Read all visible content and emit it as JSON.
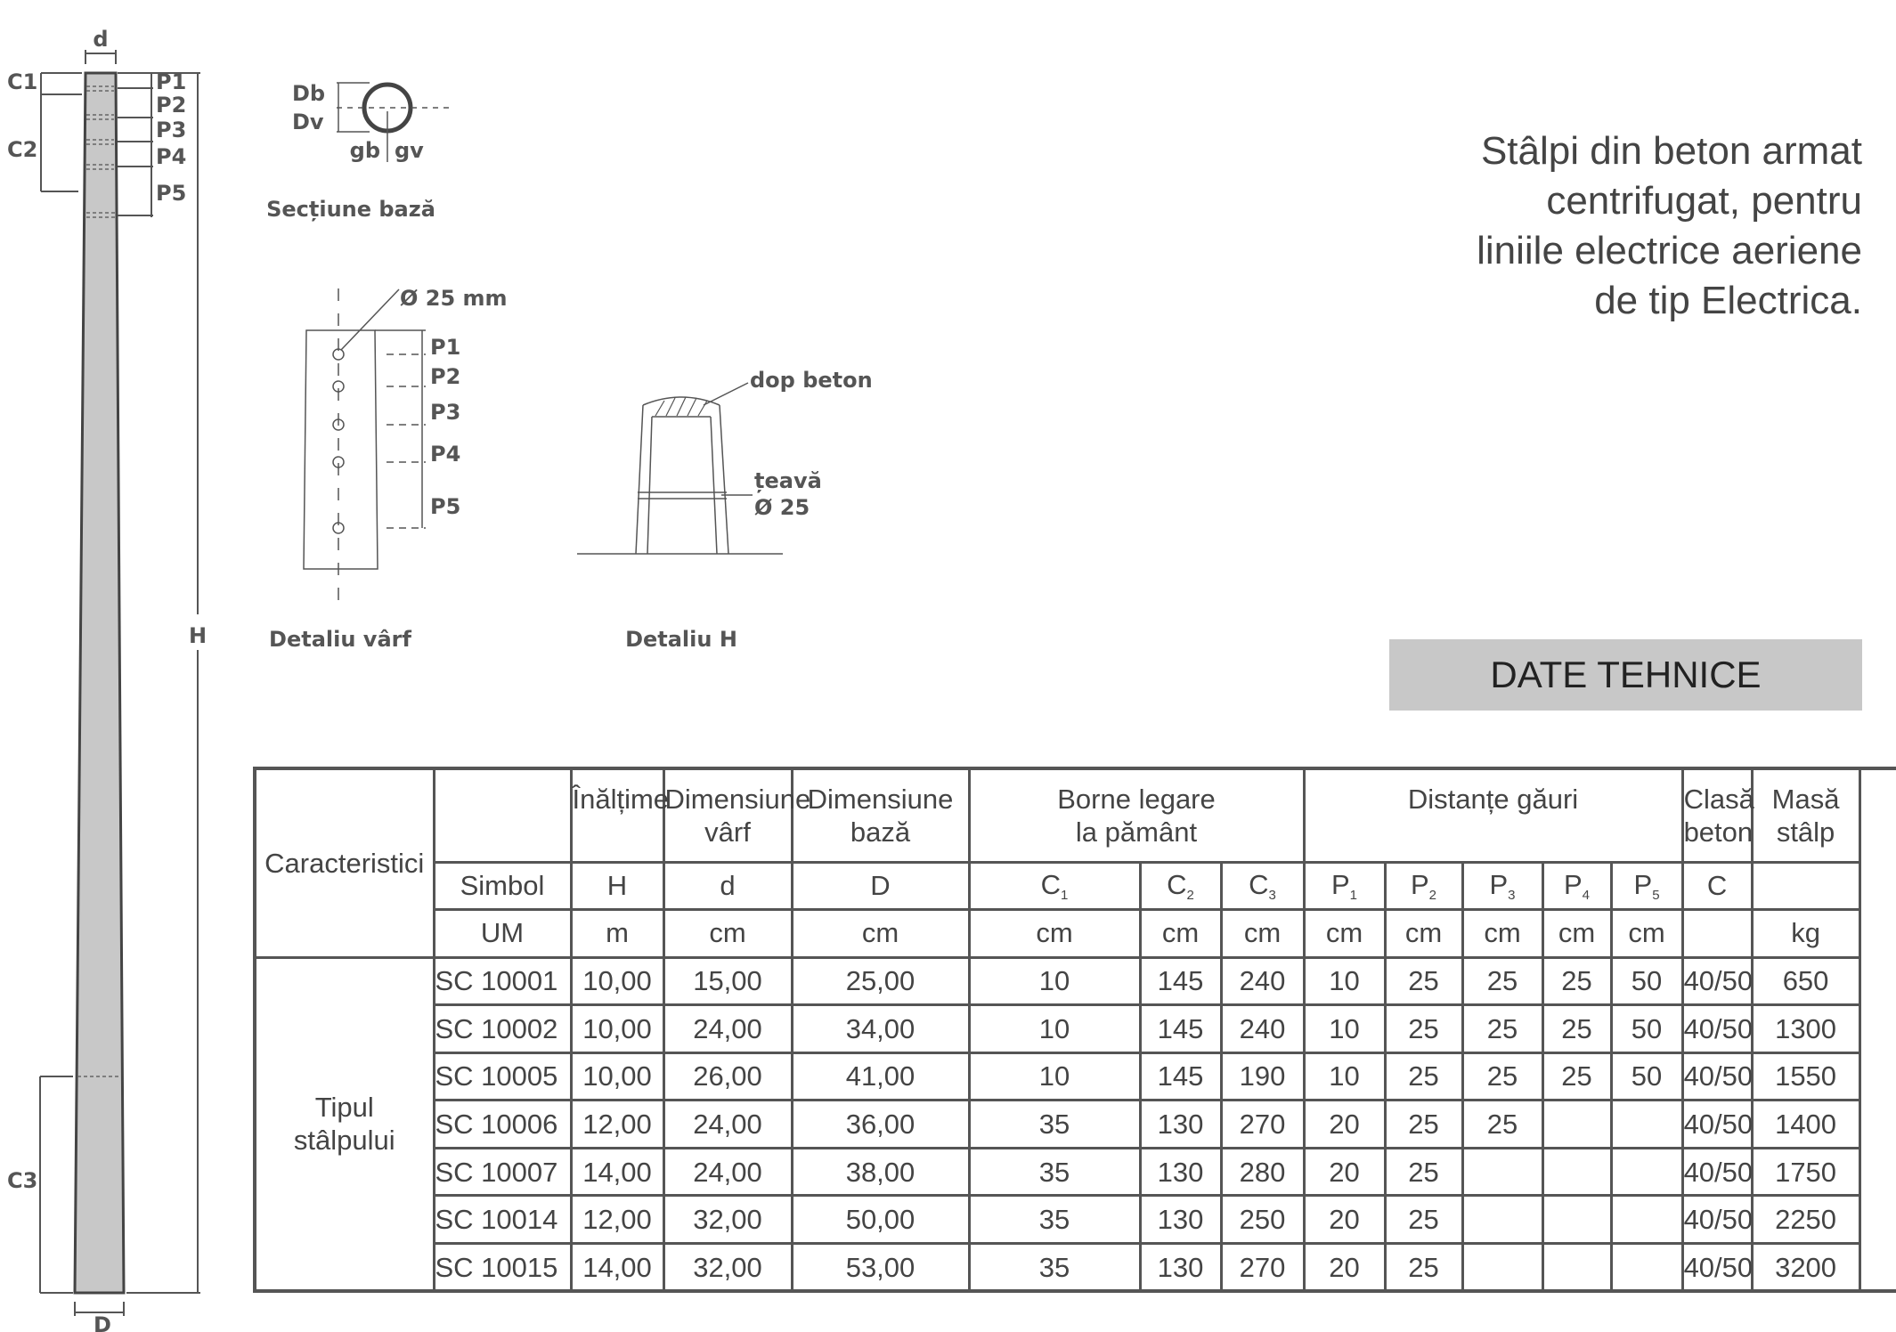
{
  "title": {
    "lines": [
      "Stâlpi din beton armat",
      "centrifugat,  pentru",
      "liniile electrice aeriene",
      "de tip Electrica."
    ]
  },
  "section_header": "DATE TEHNICE",
  "pole_diagram": {
    "top_label": "d",
    "bottom_label": "D",
    "height_label": "H",
    "c_labels": [
      "C1",
      "C2",
      "C3"
    ],
    "p_labels": [
      "P1",
      "P2",
      "P3",
      "P4",
      "P5"
    ]
  },
  "section_diagram": {
    "labels": {
      "db": "Db",
      "dv": "Dv",
      "gb": "gb",
      "gv": "gv"
    },
    "caption": "Secțiune bază"
  },
  "tip_diagram": {
    "hole_label": "Ø 25 mm",
    "p_labels": [
      "P1",
      "P2",
      "P3",
      "P4",
      "P5"
    ],
    "caption": "Detaliu vârf"
  },
  "h_diagram": {
    "plug_label": "dop beton",
    "pipe_label": "țeavă",
    "pipe_diameter": "Ø 25",
    "caption": "Detaliu H"
  },
  "table": {
    "row_label_characteristics": "Caracteristici",
    "row_label_type": [
      "Tipul",
      "stâlpului"
    ],
    "header": {
      "height": "Înălțime",
      "top_dim": [
        "Dimensiune",
        "vârf"
      ],
      "base_dim": [
        "Dimensiune",
        "bază"
      ],
      "grounding": [
        "Borne legare",
        "la pământ"
      ],
      "holes": "Distanțe găuri",
      "concrete": [
        "Clasă",
        "beton"
      ],
      "mass": [
        "Masă",
        "stâlp"
      ]
    },
    "symbol_row": {
      "label": "Simbol",
      "cells": [
        {
          "base": "H",
          "sub": ""
        },
        {
          "base": "d",
          "sub": ""
        },
        {
          "base": "D",
          "sub": ""
        },
        {
          "base": "C",
          "sub": "1"
        },
        {
          "base": "C",
          "sub": "2"
        },
        {
          "base": "C",
          "sub": "3"
        },
        {
          "base": "P",
          "sub": "1"
        },
        {
          "base": "P",
          "sub": "2"
        },
        {
          "base": "P",
          "sub": "3"
        },
        {
          "base": "P",
          "sub": "4"
        },
        {
          "base": "P",
          "sub": "5"
        },
        {
          "base": "C",
          "sub": ""
        },
        {
          "base": "",
          "sub": ""
        }
      ]
    },
    "um_row": {
      "label": "UM",
      "cells": [
        "m",
        "cm",
        "cm",
        "cm",
        "cm",
        "cm",
        "cm",
        "cm",
        "cm",
        "cm",
        "cm",
        "",
        "kg"
      ]
    },
    "rows": [
      [
        "SC 10001",
        "10,00",
        "15,00",
        "25,00",
        "10",
        "145",
        "240",
        "10",
        "25",
        "25",
        "25",
        "50",
        "40/50",
        "650"
      ],
      [
        "SC 10002",
        "10,00",
        "24,00",
        "34,00",
        "10",
        "145",
        "240",
        "10",
        "25",
        "25",
        "25",
        "50",
        "40/50",
        "1300"
      ],
      [
        "SC 10005",
        "10,00",
        "26,00",
        "41,00",
        "10",
        "145",
        "190",
        "10",
        "25",
        "25",
        "25",
        "50",
        "40/50",
        "1550"
      ],
      [
        "SC 10006",
        "12,00",
        "24,00",
        "36,00",
        "35",
        "130",
        "270",
        "20",
        "25",
        "25",
        "",
        "",
        "40/50",
        "1400"
      ],
      [
        "SC 10007",
        "14,00",
        "24,00",
        "38,00",
        "35",
        "130",
        "280",
        "20",
        "25",
        "",
        "",
        "",
        "40/50",
        "1750"
      ],
      [
        "SC 10014",
        "12,00",
        "32,00",
        "50,00",
        "35",
        "130",
        "250",
        "20",
        "25",
        "",
        "",
        "",
        "40/50",
        "2250"
      ],
      [
        "SC 10015",
        "14,00",
        "32,00",
        "53,00",
        "35",
        "130",
        "270",
        "20",
        "25",
        "",
        "",
        "",
        "40/50",
        "3200"
      ]
    ]
  }
}
